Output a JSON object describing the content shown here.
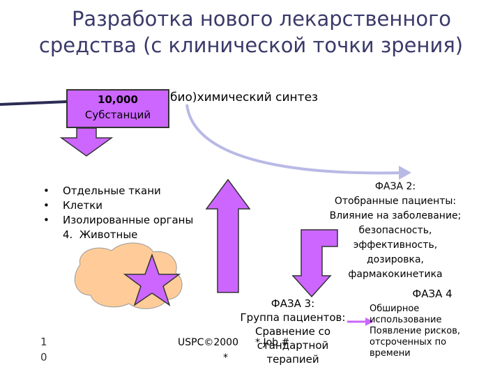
{
  "title": {
    "line1": "Разработка нового лекарственного",
    "line2": "средства (с клинической точки зрения)"
  },
  "box": {
    "number": "10,000",
    "label": "Субстанций"
  },
  "synthesis": "био)химический синтез",
  "bullets": [
    {
      "marker": "•",
      "text": "Отдельные ткани"
    },
    {
      "marker": "•",
      "text": "Клетки"
    },
    {
      "marker": "•",
      "text": "Изолированные органы"
    },
    {
      "marker": "4.",
      "text": "Животные"
    }
  ],
  "phase2": {
    "heading": "ФАЗА 2:",
    "lines": [
      "Отобранные пациенты:",
      "Влияние на заболевание;",
      "безопасность,",
      "эффективность,",
      "дозировка,",
      "фармакокинетика"
    ]
  },
  "phase3": {
    "heading": "ФАЗА 3:",
    "lines": [
      "Группа пациентов:",
      "Сравнение со",
      "стандартной",
      "терапией"
    ]
  },
  "phase4": {
    "heading": "ФАЗА 4",
    "lines": [
      "Обширное",
      "использование",
      "Появление рисков,",
      "отсроченных по",
      "времени"
    ]
  },
  "footer": {
    "copyright": "USPC©2000",
    "star": "*",
    "job": "* Job #",
    "page_digit1": "1",
    "page_digit2": "0"
  },
  "colors": {
    "accent": "#cc66ff",
    "cloud": "#ffcc99",
    "title": "#3a3a6a",
    "arrow_outline": "#b9b9e6"
  }
}
